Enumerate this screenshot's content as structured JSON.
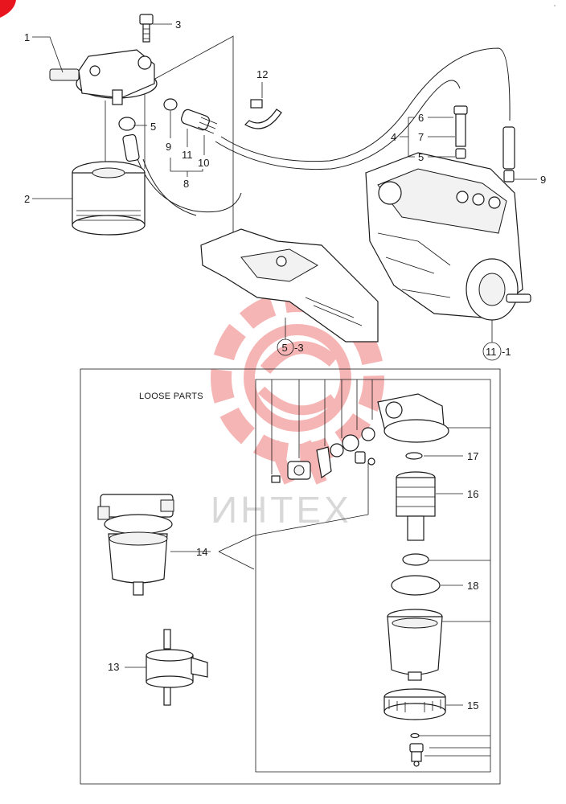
{
  "watermark": {
    "text": "ИНТЕХ",
    "color": "#f07a7a",
    "text_color": "#d8d8d8"
  },
  "corner_mark_color": "#e8141e",
  "box": {
    "caption": "LOOSE PARTS"
  },
  "callouts": {
    "c1": "1",
    "c2": "2",
    "c3": "3",
    "c4": "4",
    "c5": "5",
    "c6": "6",
    "c7": "7",
    "c5b": "5",
    "c9": "9",
    "c9b": "9",
    "c10": "10",
    "c11": "11",
    "c8": "8",
    "c12": "12",
    "c13": "13",
    "c14": "14",
    "c15": "15",
    "c16": "16",
    "c17": "17",
    "c18": "18"
  },
  "circled_refs": [
    {
      "number": "5",
      "suffix": "-3"
    },
    {
      "number": "11",
      "suffix": "-1"
    }
  ]
}
